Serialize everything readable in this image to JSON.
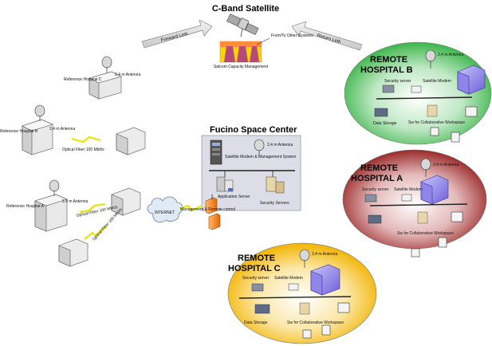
{
  "title": "C-Band Satellite",
  "forward_link": "Forward Link",
  "return_link": "Return Link",
  "from_to_other": "From/To Other Systems",
  "satcom": "Satcom Capacity Management",
  "antenna_label": "2,4 m Antenna",
  "ref_c": "Reference Hospital C",
  "ref_b": "Reference Hospital B",
  "ref_a": "Reference Hospital A",
  "optical_fiber": "Optical Fiber 100 Mbit/s",
  "fucino": {
    "title": "Fucino Space Center",
    "modem": "Satellite Modem & Management System",
    "app_server": "Application Server",
    "security_servers": "Security Servers"
  },
  "internet": "INTERNET",
  "mgmt": "Management & Remote control",
  "remote_b": {
    "title_line1": "REMOTE",
    "title_line2": "HOSPITAL B",
    "security_server": "Security server",
    "satellite_modem": "Satellite Modem",
    "data_storage": "Data Storage",
    "sw_collab": "Sw for Collaborative Workspace"
  },
  "remote_a": {
    "title_line1": "REMOTE",
    "title_line2": "HOSPITAL A",
    "security_server": "Security server",
    "satellite_modem": "Satellite Modem",
    "sw_collab": "Sw for Collaborative Workspace"
  },
  "remote_c": {
    "title_line1": "REMOTE",
    "title_line2": "HOSPITAL C",
    "security_server": "Security server",
    "satellite_modem": "Satellite Modem",
    "data_storage": "Data Storage",
    "sw_collab": "Sw for Collaborative Workspace"
  }
}
